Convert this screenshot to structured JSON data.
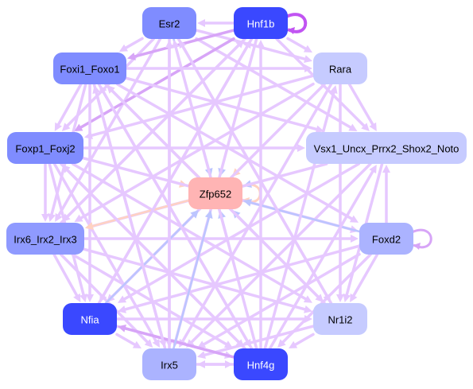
{
  "nodes": [
    {
      "id": "esr2",
      "label": "Esr2",
      "fill": "#7f8cff",
      "text_color": "#000000"
    },
    {
      "id": "hnf1b",
      "label": "Hnf1b",
      "fill": "#3a48ff",
      "text_color": "#ffffff"
    },
    {
      "id": "foxi1",
      "label": "Foxi1_Foxo1",
      "fill": "#7f8cff",
      "text_color": "#000000"
    },
    {
      "id": "rara",
      "label": "Rara",
      "fill": "#c6cbff",
      "text_color": "#000000"
    },
    {
      "id": "foxp1",
      "label": "Foxp1_Foxj2",
      "fill": "#7f8cff",
      "text_color": "#000000"
    },
    {
      "id": "vsx1",
      "label": "Vsx1_Uncx_Prrx2_Shox2_Noto",
      "fill": "#c6cbff",
      "text_color": "#000000"
    },
    {
      "id": "zfp652",
      "label": "Zfp652",
      "fill": "#ffb4b4",
      "text_color": "#000000"
    },
    {
      "id": "irx6",
      "label": "Irx6_Irx2_Irx3",
      "fill": "#8f9aff",
      "text_color": "#000000"
    },
    {
      "id": "foxd2",
      "label": "Foxd2",
      "fill": "#abb3ff",
      "text_color": "#000000"
    },
    {
      "id": "nfia",
      "label": "Nfia",
      "fill": "#3a48ff",
      "text_color": "#ffffff"
    },
    {
      "id": "nr1i2",
      "label": "Nr1i2",
      "fill": "#c6cbff",
      "text_color": "#000000"
    },
    {
      "id": "irx5",
      "label": "Irx5",
      "fill": "#abb3ff",
      "text_color": "#000000"
    },
    {
      "id": "hnf4g",
      "label": "Hnf4g",
      "fill": "#3a48ff",
      "text_color": "#ffffff"
    }
  ],
  "edge_colors": {
    "violet": "#e6c8ff",
    "light_violet": "#eed4ff",
    "blue": "#bcc5ff",
    "peach": "#ffd2c2",
    "magenta": "#c154f2",
    "medium_violet": "#d7a5f7"
  },
  "edges": [
    {
      "from": "hnf1b",
      "to": "hnf1b",
      "color": "magenta",
      "self_loop": true
    },
    {
      "from": "foxd2",
      "to": "foxd2",
      "color": "medium_violet",
      "self_loop": true
    },
    {
      "from": "zfp652",
      "to": "zfp652",
      "color": "peach",
      "self_loop": true
    },
    {
      "from": "hnf1b",
      "to": "esr2",
      "color": "violet"
    },
    {
      "from": "esr2",
      "to": "foxi1",
      "color": "violet"
    },
    {
      "from": "esr2",
      "to": "foxp1",
      "color": "violet"
    },
    {
      "from": "esr2",
      "to": "zfp652",
      "color": "blue"
    },
    {
      "from": "esr2",
      "to": "vsx1",
      "color": "violet"
    },
    {
      "from": "esr2",
      "to": "irx6",
      "color": "violet"
    },
    {
      "from": "esr2",
      "to": "nr1i2",
      "color": "violet"
    },
    {
      "from": "esr2",
      "to": "irx5",
      "color": "violet"
    },
    {
      "from": "esr2",
      "to": "rara",
      "color": "violet"
    },
    {
      "from": "hnf1b",
      "to": "foxi1",
      "color": "medium_violet"
    },
    {
      "from": "hnf1b",
      "to": "foxp1",
      "color": "medium_violet"
    },
    {
      "from": "hnf1b",
      "to": "zfp652",
      "color": "blue"
    },
    {
      "from": "hnf1b",
      "to": "vsx1",
      "color": "violet"
    },
    {
      "from": "hnf1b",
      "to": "irx6",
      "color": "violet"
    },
    {
      "from": "hnf1b",
      "to": "nfia",
      "color": "violet"
    },
    {
      "from": "hnf1b",
      "to": "irx5",
      "color": "violet"
    },
    {
      "from": "hnf1b",
      "to": "rara",
      "color": "violet"
    },
    {
      "from": "foxi1",
      "to": "rara",
      "color": "violet"
    },
    {
      "from": "foxi1",
      "to": "foxp1",
      "color": "violet"
    },
    {
      "from": "foxi1",
      "to": "vsx1",
      "color": "violet"
    },
    {
      "from": "foxi1",
      "to": "irx6",
      "color": "violet"
    },
    {
      "from": "foxi1",
      "to": "nr1i2",
      "color": "violet"
    },
    {
      "from": "foxi1",
      "to": "foxd2",
      "color": "violet"
    },
    {
      "from": "foxi1",
      "to": "irx5",
      "color": "violet"
    },
    {
      "from": "foxi1",
      "to": "hnf4g",
      "color": "violet"
    },
    {
      "from": "foxi1",
      "to": "nfia",
      "color": "violet"
    },
    {
      "from": "rara",
      "to": "zfp652",
      "color": "peach"
    },
    {
      "from": "rara",
      "to": "foxp1",
      "color": "violet"
    },
    {
      "from": "rara",
      "to": "irx6",
      "color": "violet"
    },
    {
      "from": "rara",
      "to": "nfia",
      "color": "violet"
    },
    {
      "from": "rara",
      "to": "irx5",
      "color": "violet"
    },
    {
      "from": "rara",
      "to": "vsx1",
      "color": "violet"
    },
    {
      "from": "rara",
      "to": "nr1i2",
      "color": "violet"
    },
    {
      "from": "foxp1",
      "to": "vsx1",
      "color": "violet"
    },
    {
      "from": "foxp1",
      "to": "zfp652",
      "color": "peach"
    },
    {
      "from": "foxp1",
      "to": "irx6",
      "color": "violet"
    },
    {
      "from": "foxp1",
      "to": "nfia",
      "color": "violet"
    },
    {
      "from": "foxp1",
      "to": "nr1i2",
      "color": "violet"
    },
    {
      "from": "foxp1",
      "to": "foxd2",
      "color": "violet"
    },
    {
      "from": "foxp1",
      "to": "irx5",
      "color": "violet"
    },
    {
      "from": "foxp1",
      "to": "hnf4g",
      "color": "violet"
    },
    {
      "from": "vsx1",
      "to": "zfp652",
      "color": "blue"
    },
    {
      "from": "vsx1",
      "to": "irx6",
      "color": "violet"
    },
    {
      "from": "vsx1",
      "to": "nfia",
      "color": "violet"
    },
    {
      "from": "vsx1",
      "to": "irx5",
      "color": "violet"
    },
    {
      "from": "vsx1",
      "to": "nr1i2",
      "color": "violet"
    },
    {
      "from": "zfp652",
      "to": "irx6",
      "color": "peach"
    },
    {
      "from": "zfp652",
      "to": "foxi1",
      "color": "peach"
    },
    {
      "from": "irx6",
      "to": "foxd2",
      "color": "violet"
    },
    {
      "from": "irx6",
      "to": "nfia",
      "color": "violet"
    },
    {
      "from": "irx6",
      "to": "nr1i2",
      "color": "violet"
    },
    {
      "from": "irx6",
      "to": "irx5",
      "color": "violet"
    },
    {
      "from": "irx6",
      "to": "hnf4g",
      "color": "violet"
    },
    {
      "from": "foxd2",
      "to": "zfp652",
      "color": "blue"
    },
    {
      "from": "foxd2",
      "to": "vsx1",
      "color": "violet"
    },
    {
      "from": "foxd2",
      "to": "nfia",
      "color": "violet"
    },
    {
      "from": "foxd2",
      "to": "irx5",
      "color": "violet"
    },
    {
      "from": "foxd2",
      "to": "hnf4g",
      "color": "violet"
    },
    {
      "from": "foxd2",
      "to": "nr1i2",
      "color": "violet"
    },
    {
      "from": "nfia",
      "to": "zfp652",
      "color": "blue"
    },
    {
      "from": "nfia",
      "to": "nr1i2",
      "color": "violet"
    },
    {
      "from": "nfia",
      "to": "irx5",
      "color": "violet"
    },
    {
      "from": "nfia",
      "to": "hnf4g",
      "color": "violet"
    },
    {
      "from": "nr1i2",
      "to": "zfp652",
      "color": "blue"
    },
    {
      "from": "nr1i2",
      "to": "hnf4g",
      "color": "violet"
    },
    {
      "from": "nr1i2",
      "to": "irx5",
      "color": "violet"
    },
    {
      "from": "hnf4g",
      "to": "zfp652",
      "color": "blue"
    },
    {
      "from": "hnf4g",
      "to": "irx5",
      "color": "violet"
    },
    {
      "from": "hnf4g",
      "to": "nfia",
      "color": "medium_violet"
    },
    {
      "from": "hnf4g",
      "to": "foxi1",
      "color": "violet"
    },
    {
      "from": "hnf4g",
      "to": "foxp1",
      "color": "violet"
    },
    {
      "from": "hnf4g",
      "to": "vsx1",
      "color": "violet"
    },
    {
      "from": "hnf4g",
      "to": "rara",
      "color": "violet"
    },
    {
      "from": "hnf4g",
      "to": "esr2",
      "color": "violet"
    },
    {
      "from": "hnf4g",
      "to": "hnf1b",
      "color": "violet"
    },
    {
      "from": "irx5",
      "to": "zfp652",
      "color": "blue"
    },
    {
      "from": "irx5",
      "to": "hnf4g",
      "color": "violet"
    },
    {
      "from": "irx5",
      "to": "esr2",
      "color": "violet"
    },
    {
      "from": "irx5",
      "to": "foxi1",
      "color": "violet"
    },
    {
      "from": "nfia",
      "to": "hnf1b",
      "color": "violet"
    },
    {
      "from": "nr1i2",
      "to": "foxi1",
      "color": "violet"
    },
    {
      "from": "nr1i2",
      "to": "esr2",
      "color": "violet"
    },
    {
      "from": "irx6",
      "to": "hnf1b",
      "color": "violet"
    }
  ]
}
